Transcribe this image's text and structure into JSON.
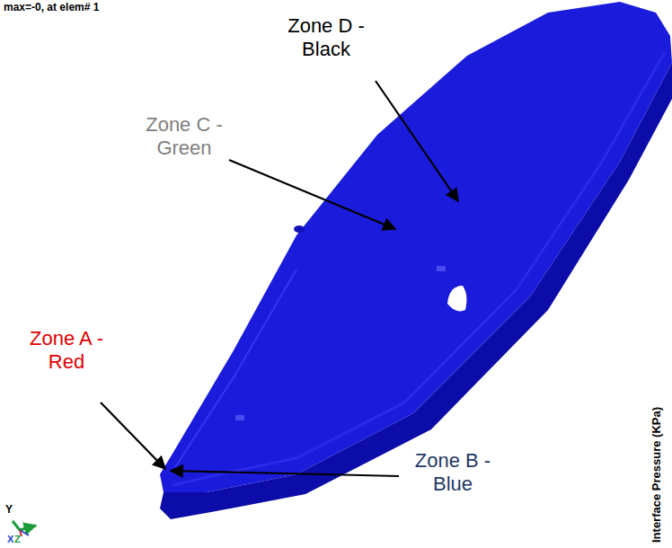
{
  "diagram": {
    "labels": [
      "max=-0, at elem# 1",
      "Zone D - Black",
      "Zone C - Green",
      "Zone A - Red",
      "Zone B - Blue",
      "Interface Pressure (KPa)",
      "Y",
      "X",
      "Z"
    ]
  }
}
